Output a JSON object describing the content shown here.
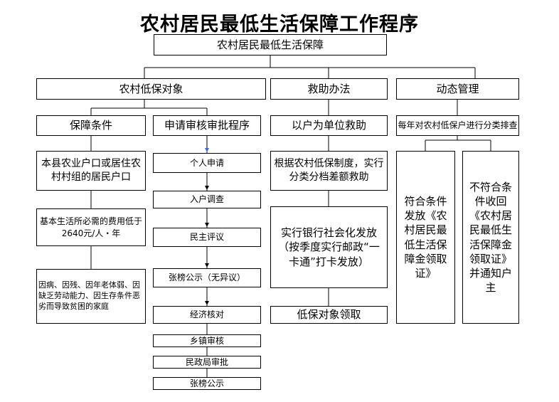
{
  "title": "农村居民最低生活保障工作程序",
  "root": "农村居民最低生活保障",
  "categories": [
    "农村低保对象",
    "救助办法",
    "动态管理"
  ],
  "sub": {
    "conditions": "保障条件",
    "procedure": "申请审核审批程序",
    "unit": "以户为单位救助",
    "dynamic": "每年对农村低保户进行分类排查"
  },
  "conditions": [
    "本县农业户口或居住农村村组的居民户口",
    "基本生活所必需的费用低于2640元/人・年",
    "因病、因残、因年老体弱、因缺乏劳动能力、因生存条件恶劣而导致贫困的家庭"
  ],
  "steps": [
    "个人申请",
    "入户调查",
    "民主评议",
    "张榜公示（无异议）",
    "经济核对",
    "乡镇审核",
    "民政局审批",
    "张榜公示"
  ],
  "relief": [
    "根据农村低保制度，实行分类分档差额救助",
    "实行银行社会化发放（按季度实行邮政“一卡通”打卡发放）",
    "低保对象领取"
  ],
  "dynamic": [
    "符合条件发放《农村居民最低生活保障金领取证》",
    "不符合条件收回《农村居民最低生活保障金领取证》并通知户主"
  ]
}
